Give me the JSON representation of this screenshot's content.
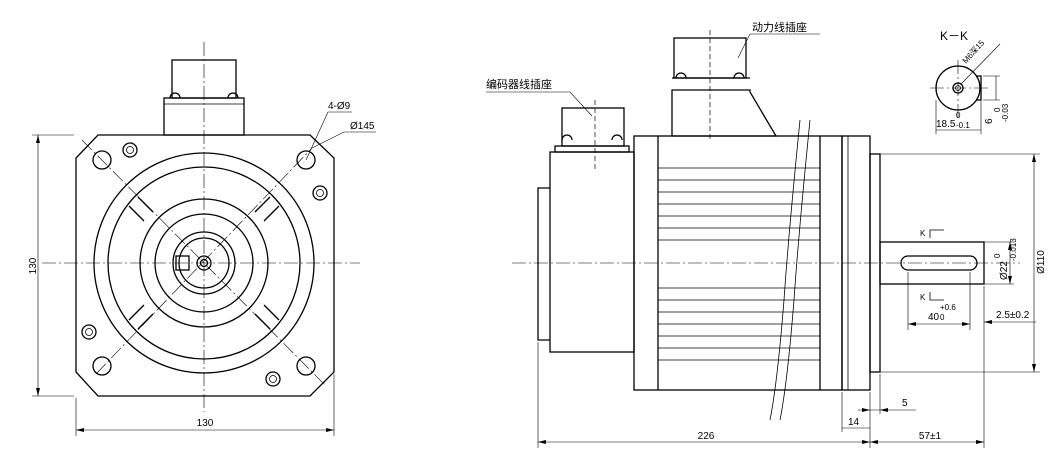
{
  "labels": {
    "power_socket": "动力线插座",
    "encoder_socket": "编码器线插座",
    "section": "K－K"
  },
  "front_view": {
    "hole_pattern": "4-Ø9",
    "pcd": "Ø145",
    "width": "130",
    "height": "130"
  },
  "side_view": {
    "total_length": "226",
    "flange_thickness": "14",
    "spigot": "5",
    "shaft_length": "57±1",
    "key_length_base": "40",
    "key_length_upper": "+0.6",
    "key_length_lower": "0",
    "shaft_diameter_base": "Ø22",
    "shaft_diameter_upper": "0",
    "shaft_diameter_lower": "-0.013",
    "spigot_diameter": "Ø110",
    "shaft_end": "2.5±0.2",
    "section_mark": "K"
  },
  "section_view": {
    "thread": "M6深15",
    "depth_base": "18.5",
    "depth_upper": "0",
    "depth_lower": "-0.1",
    "key_base": "6",
    "key_upper": "0",
    "key_lower": "-0.03"
  }
}
